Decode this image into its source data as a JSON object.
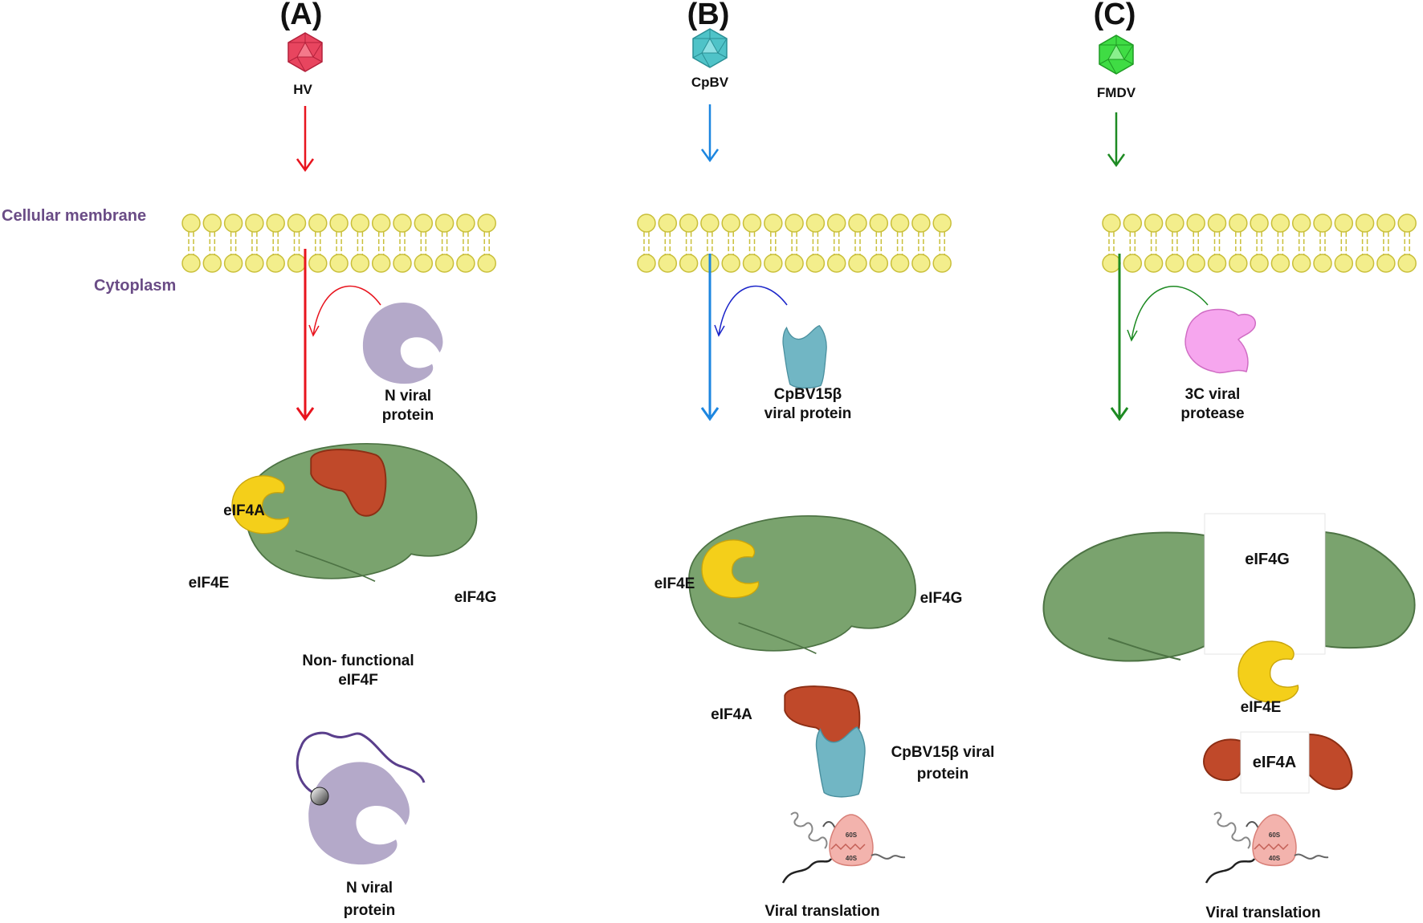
{
  "side_labels": {
    "membrane": "Cellular membrane",
    "cytoplasm": "Cytoplasm"
  },
  "panels": [
    {
      "letter": "(A)",
      "virus": "HV",
      "virus_color": "#e8455f",
      "arrow_color": "#e8141e",
      "viral_protein_label_1": "N viral",
      "viral_protein_label_2": "protein",
      "eif4a": "eIF4A",
      "eif4e": "eIF4E",
      "eif4g": "eIF4G",
      "complex_label_1": "Non- functional",
      "complex_label_2": "eIF4F",
      "bottom_label_1": "N viral",
      "bottom_label_2": "protein"
    },
    {
      "letter": "(B)",
      "virus": "CpBV",
      "virus_color": "#4fc3c8",
      "arrow_color": "#1c86e0",
      "viral_protein_label_1": "CpBV15β",
      "viral_protein_label_2": "viral protein",
      "eif4e": "eIF4E",
      "eif4g": "eIF4G",
      "eif4a": "eIF4A",
      "bound_label_1": "CpBV15β viral",
      "bound_label_2": "protein",
      "ribosome_60s": "60S",
      "ribosome_40s": "40S",
      "bottom_label": "Viral translation"
    },
    {
      "letter": "(C)",
      "virus": "FMDV",
      "virus_color": "#3fdc44",
      "arrow_color": "#1d8a22",
      "viral_protein_label_1": "3C viral",
      "viral_protein_label_2": "protease",
      "eif4g": "eIF4G",
      "eif4e": "eIF4E",
      "eif4a": "eIF4A",
      "ribosome_60s": "60S",
      "ribosome_40s": "40S",
      "bottom_label": "Viral translation"
    }
  ],
  "colors": {
    "membrane_head": "#f3ee8c",
    "membrane_stroke": "#c9bf3a",
    "eif4g": "#7aa36e",
    "eif4a": "#c0492a",
    "eif4e": "#f4cf1a",
    "n_protein": "#b4a9c9",
    "cpbv_protein": "#71b6c4",
    "protease": "#f6a6ee",
    "ribosome": "#f3b3ad"
  }
}
